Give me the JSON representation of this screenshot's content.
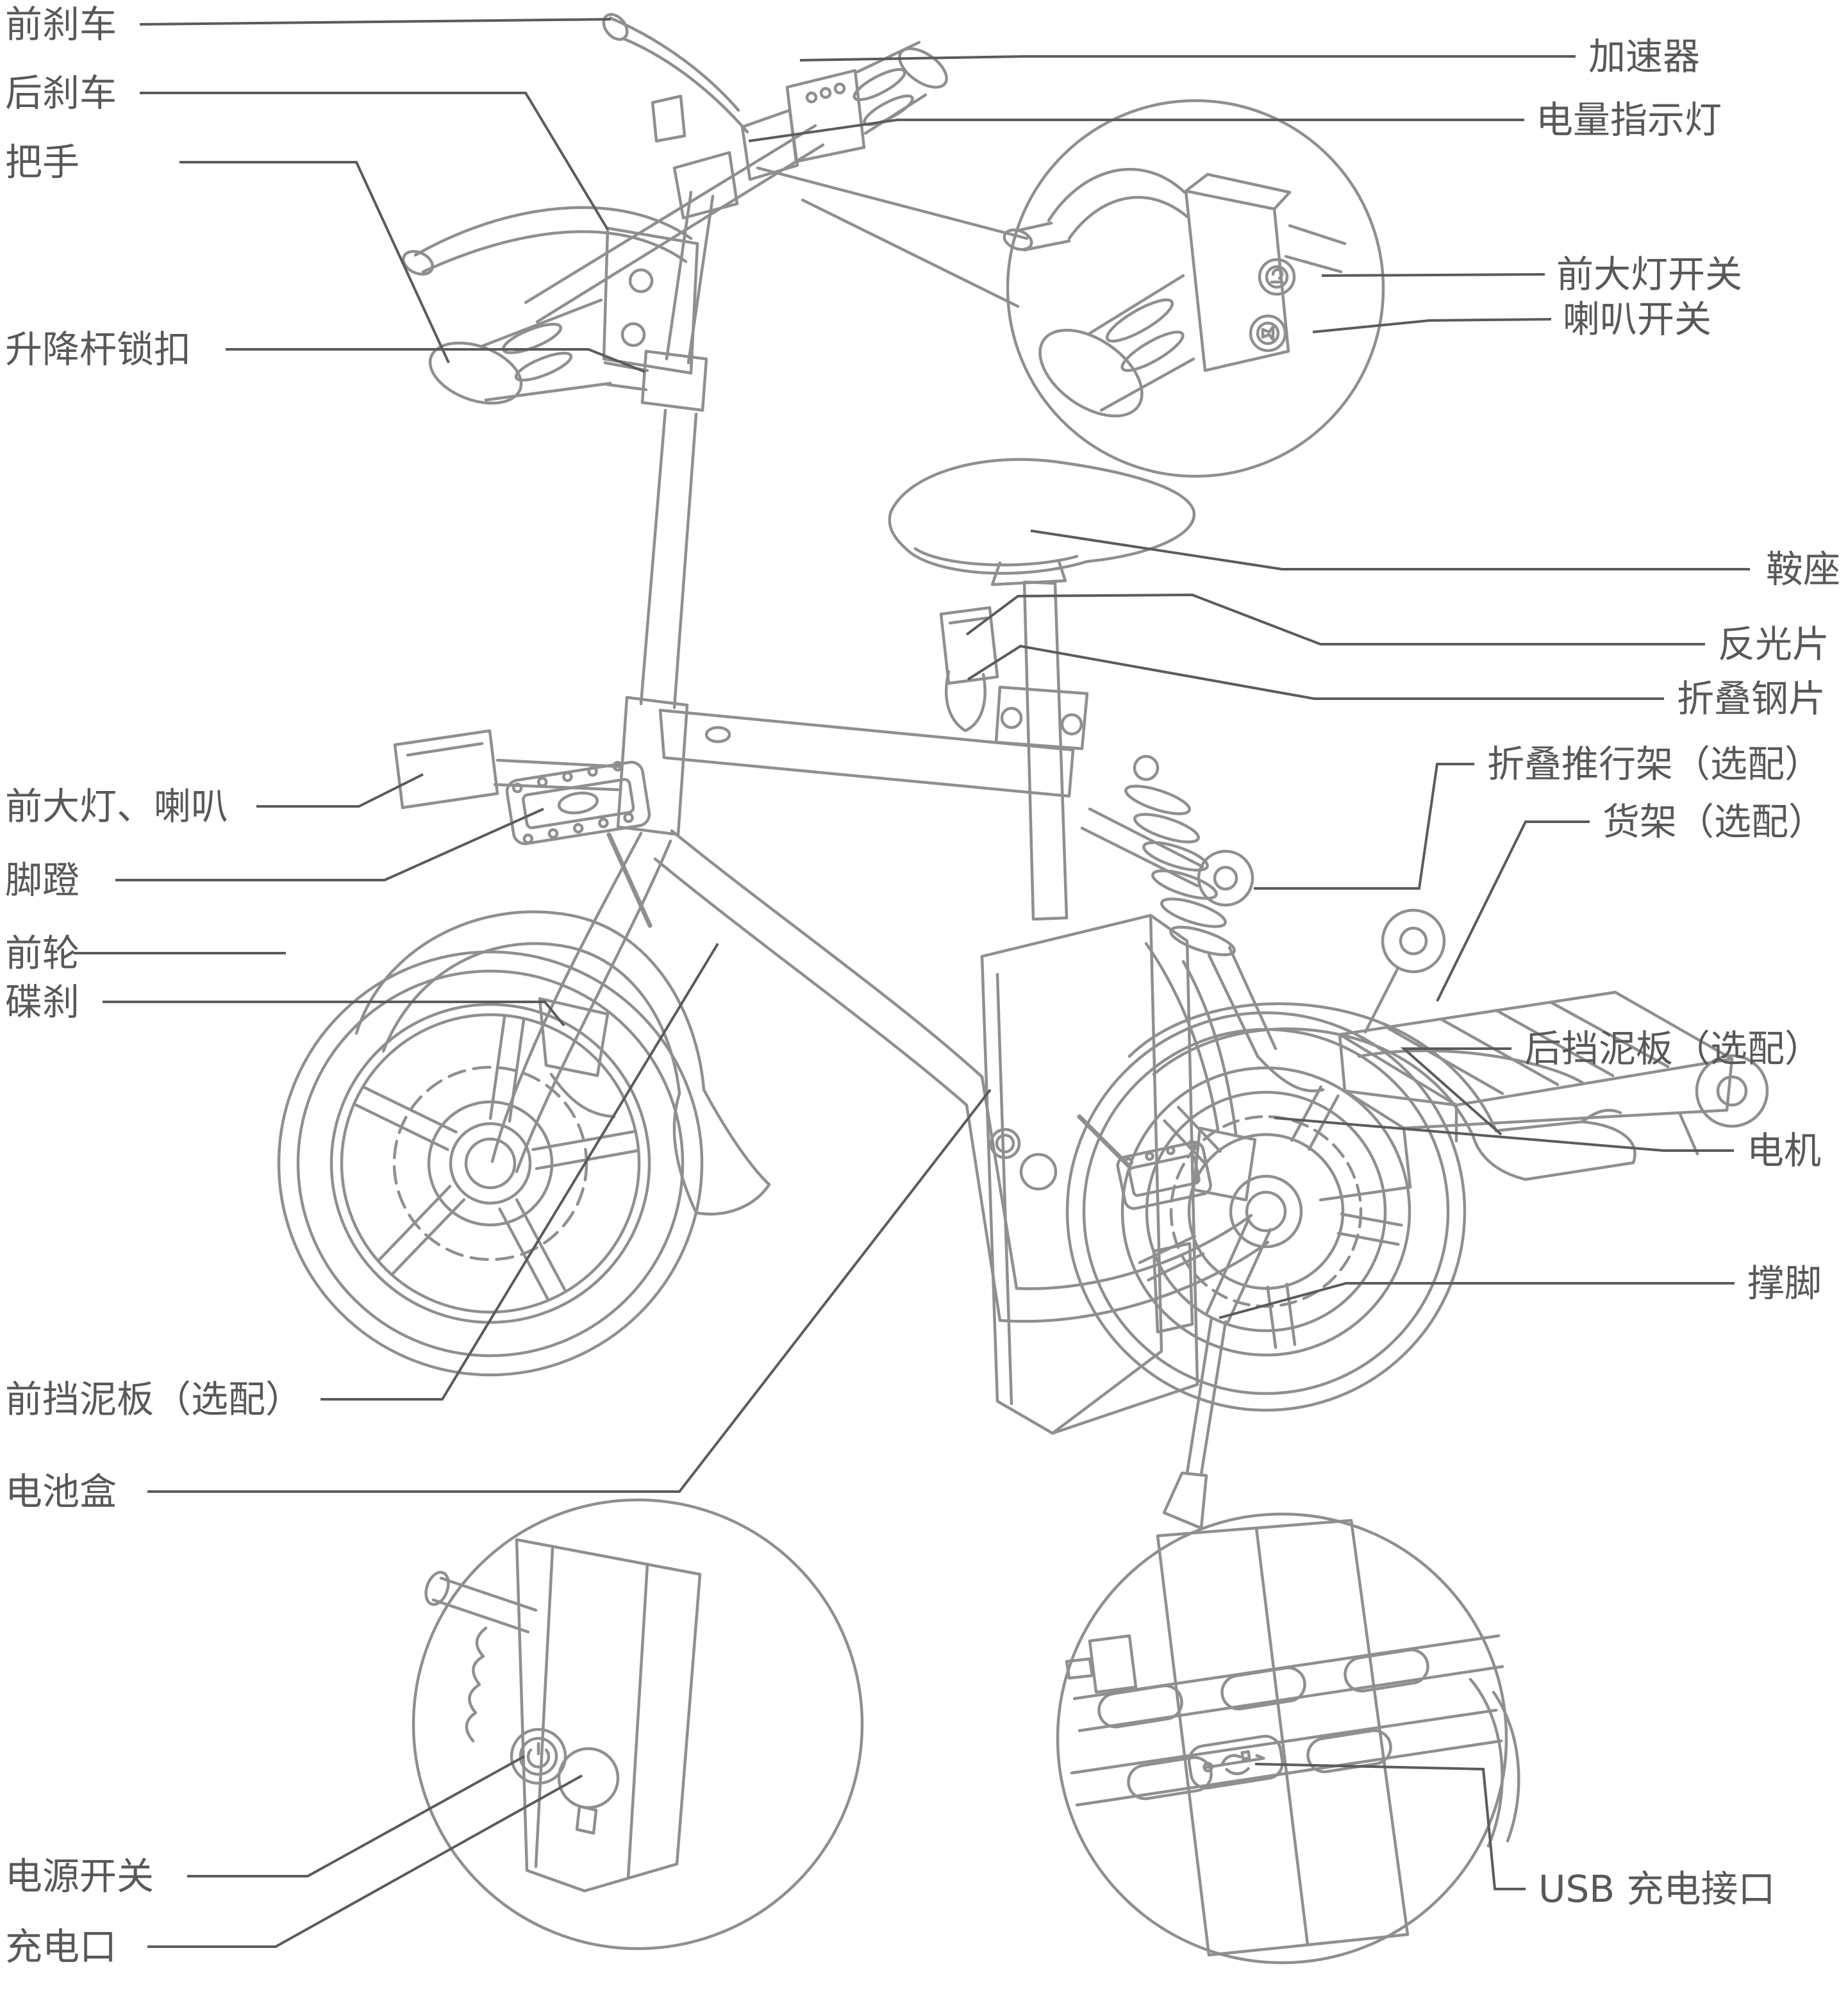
{
  "diagram": {
    "subject": "folding-e-bike-parts-diagram",
    "colors": {
      "background": "#ffffff",
      "label_text": "#595757",
      "leader_line": "#5c5a5a",
      "artwork_line": "#8f8f8f"
    },
    "labels": {
      "left": [
        {
          "id": "front-brake",
          "text": "前刹车"
        },
        {
          "id": "rear-brake",
          "text": "后刹车"
        },
        {
          "id": "grip",
          "text": "把手"
        },
        {
          "id": "lift-rod-lock",
          "text": "升降杆锁扣"
        },
        {
          "id": "headlight-horn",
          "text": "前大灯、喇叭"
        },
        {
          "id": "pedal",
          "text": "脚蹬"
        },
        {
          "id": "front-wheel",
          "text": "前轮"
        },
        {
          "id": "disc-brake",
          "text": "碟刹"
        },
        {
          "id": "front-fender",
          "text": "前挡泥板（选配）"
        },
        {
          "id": "battery-box",
          "text": "电池盒"
        },
        {
          "id": "power-switch",
          "text": "电源开关"
        },
        {
          "id": "charging-port",
          "text": "充电口"
        }
      ],
      "right": [
        {
          "id": "throttle",
          "text": "加速器"
        },
        {
          "id": "battery-indicator",
          "text": "电量指示灯"
        },
        {
          "id": "headlight-switch",
          "text": "前大灯开关"
        },
        {
          "id": "horn-switch",
          "text": "喇叭开关"
        },
        {
          "id": "saddle",
          "text": "鞍座"
        },
        {
          "id": "reflector",
          "text": "反光片"
        },
        {
          "id": "folding-steel",
          "text": "折叠钢片"
        },
        {
          "id": "folding-push-frame",
          "text": "折叠推行架（选配）"
        },
        {
          "id": "cargo-rack",
          "text": "货架（选配）"
        },
        {
          "id": "rear-fender",
          "text": "后挡泥板（选配）"
        },
        {
          "id": "motor",
          "text": "电机"
        },
        {
          "id": "kickstand",
          "text": "撑脚"
        },
        {
          "id": "usb-port",
          "text": "USB 充电接口"
        }
      ]
    },
    "icons": [
      {
        "id": "power-icon",
        "meaning": "power symbol on battery box switch"
      },
      {
        "id": "usb-icon",
        "meaning": "USB trident on charging socket"
      },
      {
        "id": "headlight-icon",
        "meaning": "lamp glyph on handlebar switch"
      },
      {
        "id": "horn-icon",
        "meaning": "horn glyph on handlebar switch"
      }
    ]
  }
}
